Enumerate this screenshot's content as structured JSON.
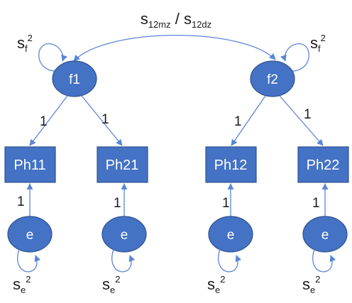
{
  "top_label": {
    "main_a": "s",
    "sub_a": "12mz",
    "sep": " / ",
    "main_b": "s",
    "sub_b": "12dz"
  },
  "variance_f": {
    "main": "s",
    "sub": "f",
    "sup": "2"
  },
  "variance_e": {
    "main": "s",
    "sub": "e",
    "sup": "2"
  },
  "factors": {
    "f1": "f1",
    "f2": "f2"
  },
  "phenotypes": {
    "ph11": "Ph11",
    "ph21": "Ph21",
    "ph12": "Ph12",
    "ph22": "Ph22"
  },
  "errors": {
    "label": "e"
  },
  "path_loading": "1",
  "colors": {
    "node_fill": "#4472c4",
    "node_stroke": "#2f528f",
    "arrow": "#5b86d6"
  }
}
